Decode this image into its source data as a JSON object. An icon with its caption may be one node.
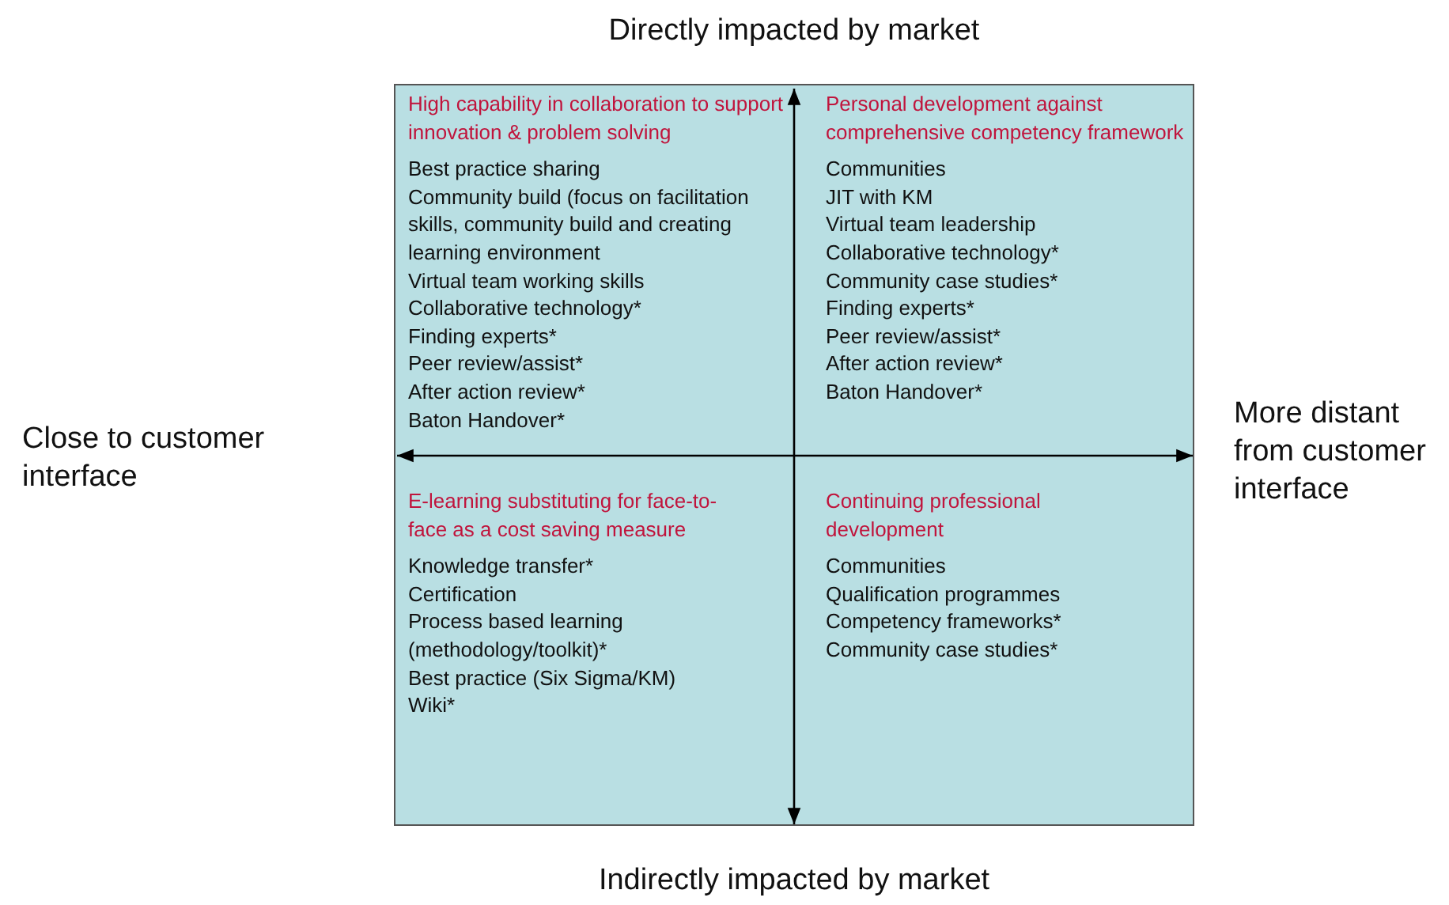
{
  "diagram": {
    "nodes": [
      {
        "text": [
          "High capability in collaboration to support innovation & problem solving",
          "Best practice sharing",
          "Community build (focus on facilitation skills, community build and creating learning environment",
          "Virtual team working skills",
          "Collaborative technology*",
          "Finding experts*",
          "Peer review/assist*",
          "After action review*",
          "Baton Handover*"
        ]
      },
      {
        "text": [
          "Personal development against comprehensive competency framework",
          "Communities",
          "JIT with KM",
          "Virtual team leadership",
          "Collaborative technology*",
          "Community case studies*",
          "Finding experts*",
          "Peer review/assist*",
          "After action review*",
          "Baton Handover*"
        ]
      },
      {
        "text": [
          "E-learning substituting for face-to-face as a cost saving measure",
          "Knowledge transfer*",
          "Certification",
          "Process based learning (methodology/toolkit)*",
          "Best practice (Six Sigma/KM)",
          "Wiki*"
        ]
      },
      {
        "text": [
          "Continuing professional development",
          "Communities",
          "Qualification programmes",
          "Competency frameworks*",
          "Community case studies*"
        ]
      }
    ],
    "edges": [],
    "labels": [
      "Directly impacted by market",
      "Close to customer interface",
      "More distant from customer interface",
      "Indirectly impacted by market"
    ]
  }
}
